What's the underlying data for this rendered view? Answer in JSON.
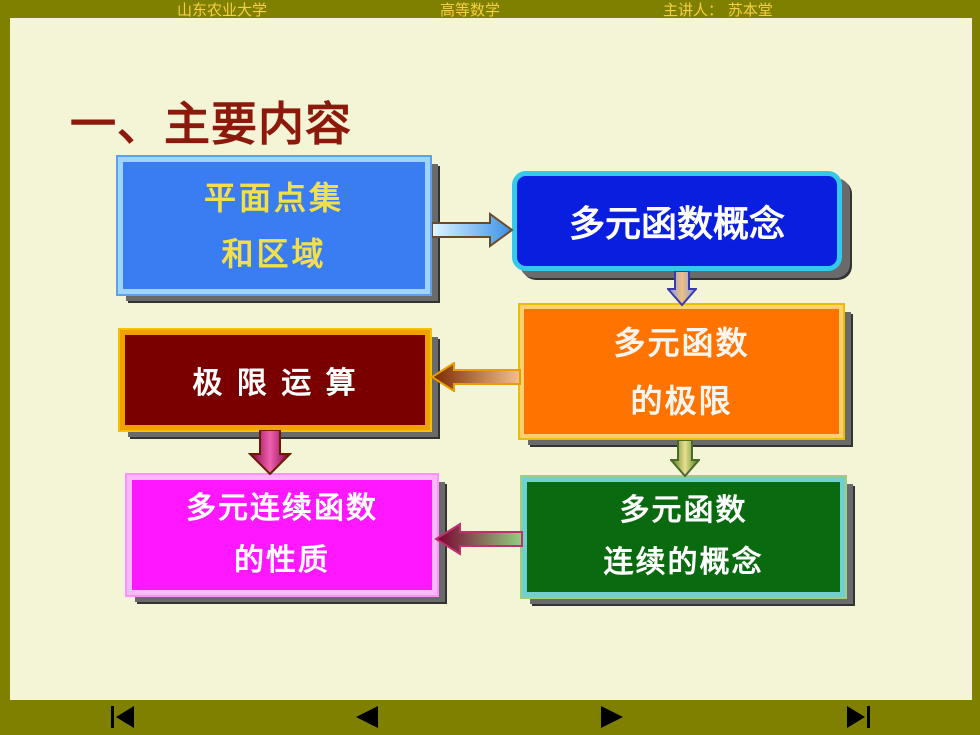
{
  "header": {
    "university": "山东农业大学",
    "course": "高等数学",
    "lecturer": "主讲人： 苏本堂"
  },
  "slide": {
    "title": "一、主要内容"
  },
  "boxes": {
    "plane_points": {
      "line1": "平面点集",
      "line2": "和区域",
      "color": "#3a7cf2"
    },
    "multivar_concept": {
      "line1": "多元函数概念",
      "color": "#0a1ee0"
    },
    "multivar_limit": {
      "line1": "多元函数",
      "line2": "的极限",
      "color": "#ff7400"
    },
    "limit_ops": {
      "line1": "极 限 运 算",
      "color": "#7a0000"
    },
    "continuity_concept": {
      "line1": "多元函数",
      "line2": "连续的概念",
      "color": "#0a6a10"
    },
    "continuous_props": {
      "line1": "多元连续函数",
      "line2": "的性质",
      "color": "#ff18ff"
    }
  },
  "nav": {
    "first_icon": "first-page-icon",
    "prev_icon": "previous-page-icon",
    "next_icon": "next-page-icon",
    "last_icon": "last-page-icon"
  }
}
